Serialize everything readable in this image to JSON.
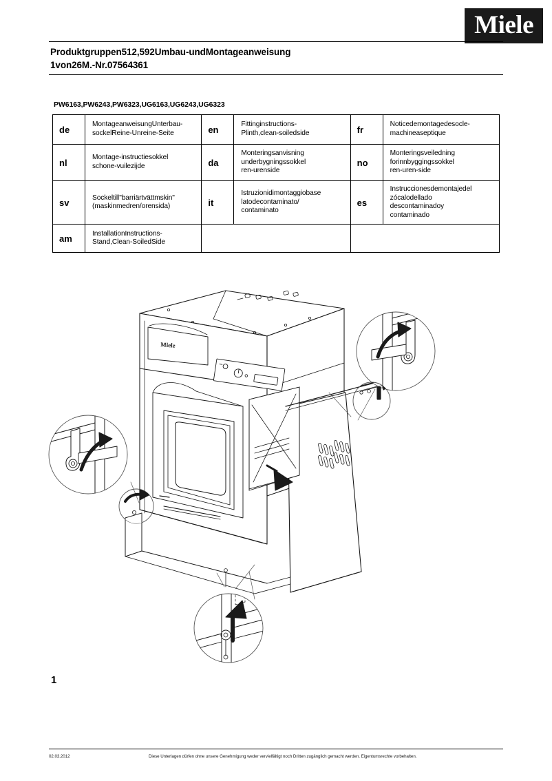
{
  "brand": {
    "logo_text": "Miele"
  },
  "header": {
    "title_line_1": "Produktgruppen512,592Umbau-undMontageanweisung",
    "title_line_2": "1von26M.-Nr.07564361"
  },
  "models": {
    "list": "PW6163,PW6243,PW6323,UG6163,UG6243,UG6323"
  },
  "language_table": {
    "rows": [
      [
        {
          "code": "de",
          "text": "MontageanweisungUnterbau-\nsockelReine-Unreine-Seite"
        },
        {
          "code": "en",
          "text": "Fittinginstructions-\nPlinth,clean-soiledside"
        },
        {
          "code": "fr",
          "text": "Noticedemontagedesocle-\nmachineaseptique"
        }
      ],
      [
        {
          "code": "nl",
          "text": "Montage-instructiesokkel\nschone-vuilezijde"
        },
        {
          "code": "da",
          "text": "Monteringsanvisning\nunderbygningssokkel\nren-urenside"
        },
        {
          "code": "no",
          "text": "Monteringsveiledning\nforinnbyggingssokkel\nren-uren-side"
        }
      ],
      [
        {
          "code": "sv",
          "text": "Sockeltill\"barriärtvättmskin\"\n(maskinmedren/orensida)"
        },
        {
          "code": "it",
          "text": "Istruzionidimontaggiobase\nlatodecontaminato/\ncontaminato"
        },
        {
          "code": "es",
          "text": "Instruccionesdemontajedel\nzócalodellado\ndescontaminadoy\ncontaminado"
        }
      ],
      [
        {
          "code": "am",
          "text": "InstallationInstructions-\nStand,Clean-SoiledSide"
        },
        {
          "code": "",
          "text": ""
        },
        {
          "code": "",
          "text": ""
        }
      ]
    ]
  },
  "illustration": {
    "machine_badge": "Miele",
    "description": "Isometric line drawing of a Miele washer-extractor mounted on an under-build plinth, with four magnified detail callout circles showing bracket fixings and arrow directions"
  },
  "page_number": "1",
  "footer": {
    "date": "02.03.2012",
    "legal": "Diese Unterlagen dürfen ohne unsere Genehmigung weder vervielfältigt noch Dritten zugänglich gemacht werden. Eigentumsrechte vorbehalten."
  }
}
